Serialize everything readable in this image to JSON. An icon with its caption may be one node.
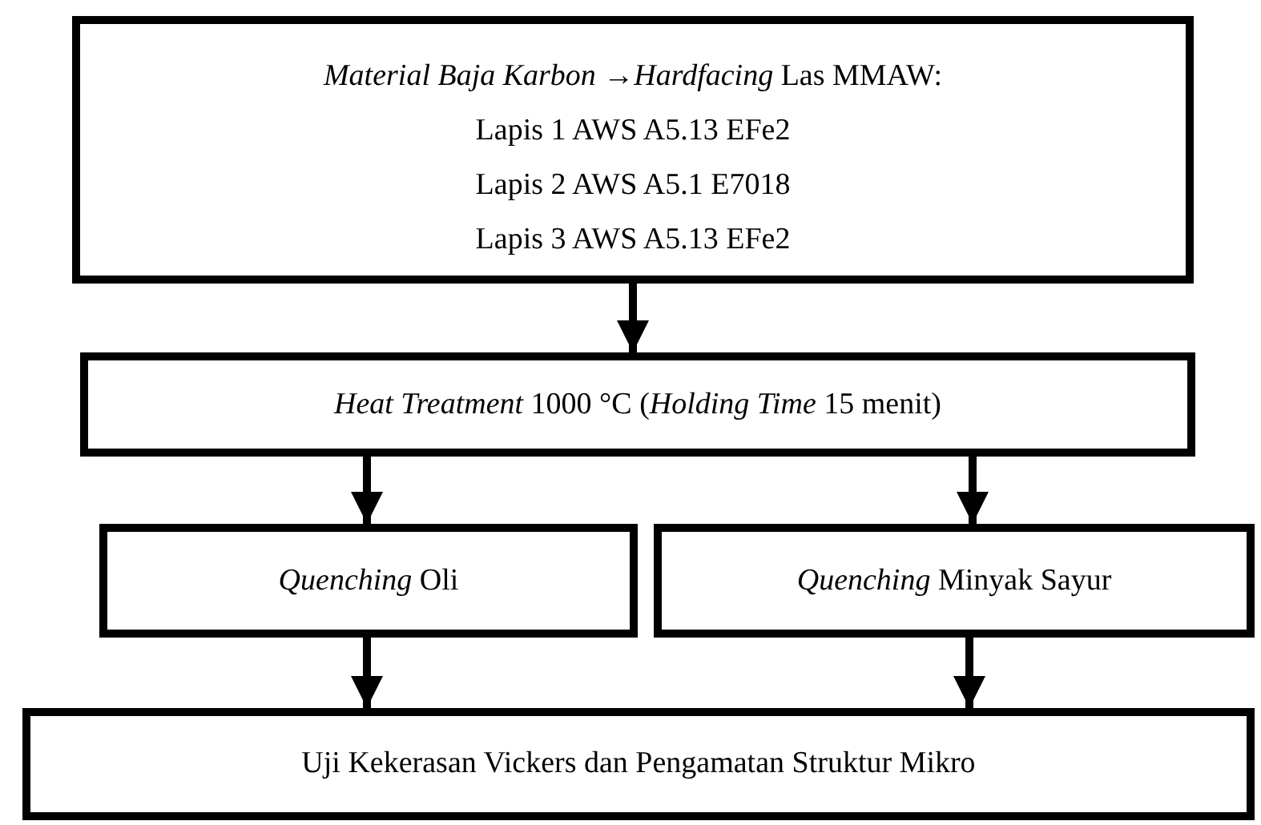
{
  "diagram": {
    "nodes": [
      {
        "text": [
          "*Material Baja Karbon →Hardfacing* Las MMAW:",
          "Lapis 1 AWS A5.13 EFe2",
          "Lapis 2 AWS A5.1 E7018",
          "Lapis 3 AWS A5.13 EFe2"
        ]
      },
      {
        "text": [
          "*Heat Treatment* 1000 °C (*Holding Time* 15 menit)"
        ]
      },
      {
        "text": [
          "*Quenching* Oli"
        ]
      },
      {
        "text": [
          "*Quenching* Minyak Sayur"
        ]
      },
      {
        "text": [
          "Uji Kekerasan Vickers dan Pengamatan Struktur Mikro"
        ]
      }
    ],
    "edges": [
      {
        "from": 0,
        "to": 1,
        "arrow": "to"
      },
      {
        "from": 1,
        "to": 2,
        "arrow": "to"
      },
      {
        "from": 1,
        "to": 3,
        "arrow": "to"
      },
      {
        "from": 2,
        "to": 4,
        "arrow": "to"
      },
      {
        "from": 3,
        "to": 4,
        "arrow": "to"
      }
    ]
  }
}
